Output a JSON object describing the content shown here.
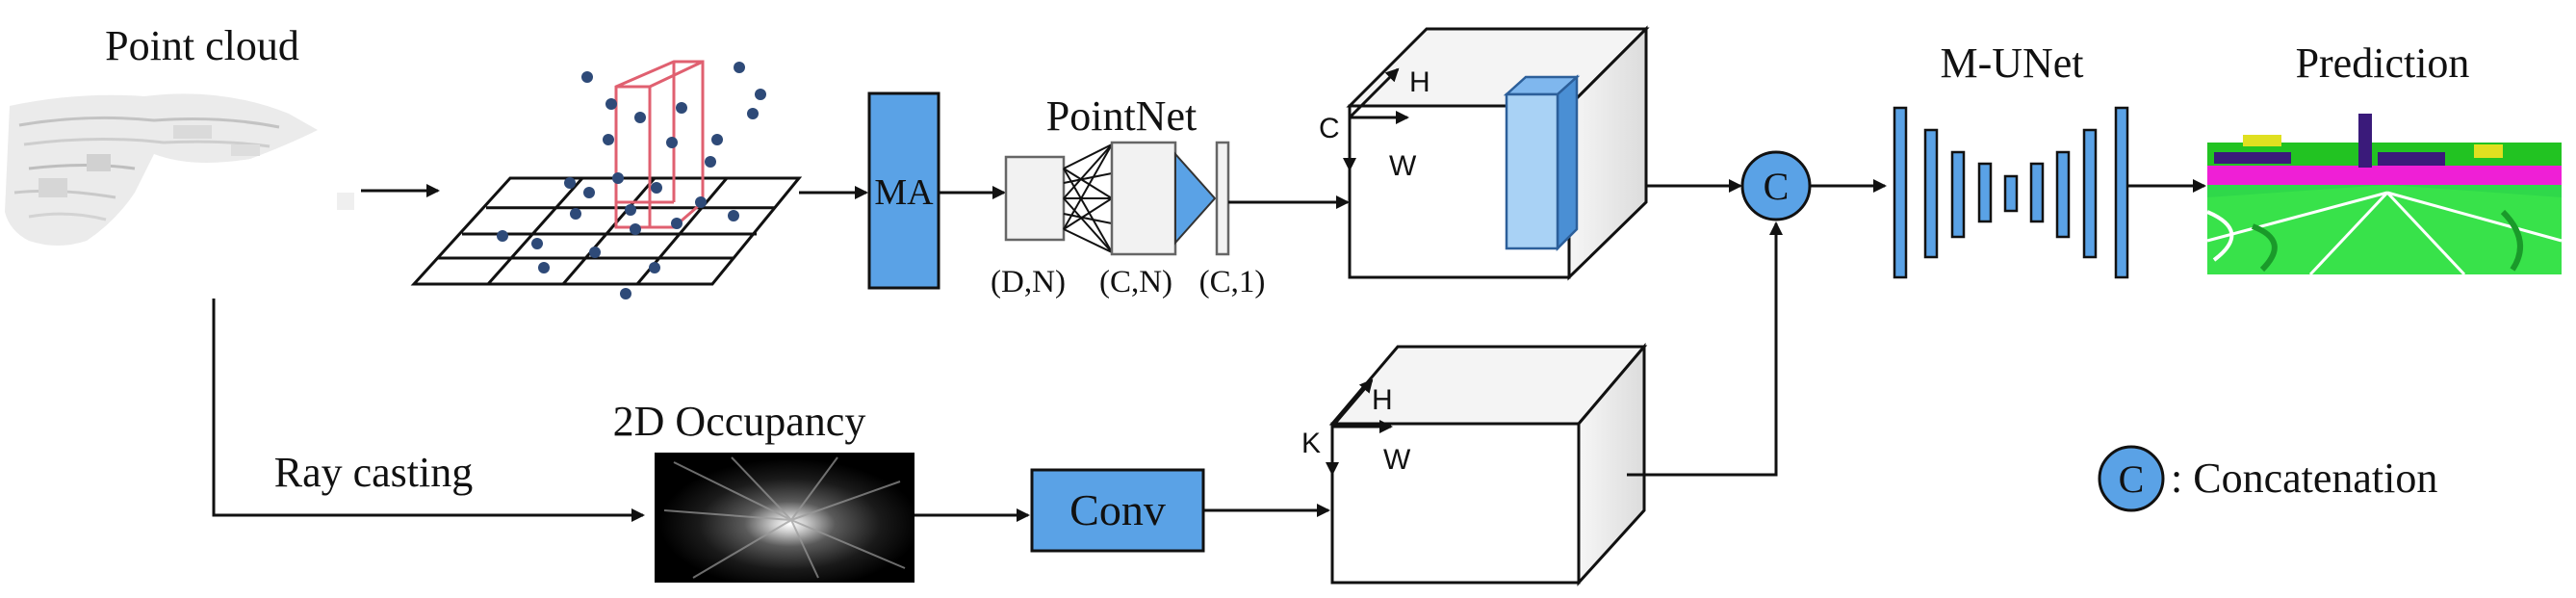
{
  "labels": {
    "point_cloud": "Point cloud",
    "pointnet": "PointNet",
    "ma": "MA",
    "dim_dn": "(D,N)",
    "dim_cn": "(C,N)",
    "dim_c1": "(C,1)",
    "axis_c": "C",
    "axis_h_top": "H",
    "axis_w_top": "W",
    "axis_k": "K",
    "axis_h_bottom": "H",
    "axis_w_bottom": "W",
    "concat_symbol": "C",
    "munet": "M-UNet",
    "prediction": "Prediction",
    "ray_casting": "Ray casting",
    "occupancy": "2D Occupancy",
    "conv": "Conv",
    "legend_symbol": "C",
    "legend_text": ": Concatenation"
  },
  "colors": {
    "block_blue": "#5aa2e6",
    "light_blue": "#a9d2f5",
    "cube_gray": "#ececec",
    "pillar_red": "#e06070",
    "point_dot": "#2e4a78",
    "stroke": "#111111"
  }
}
